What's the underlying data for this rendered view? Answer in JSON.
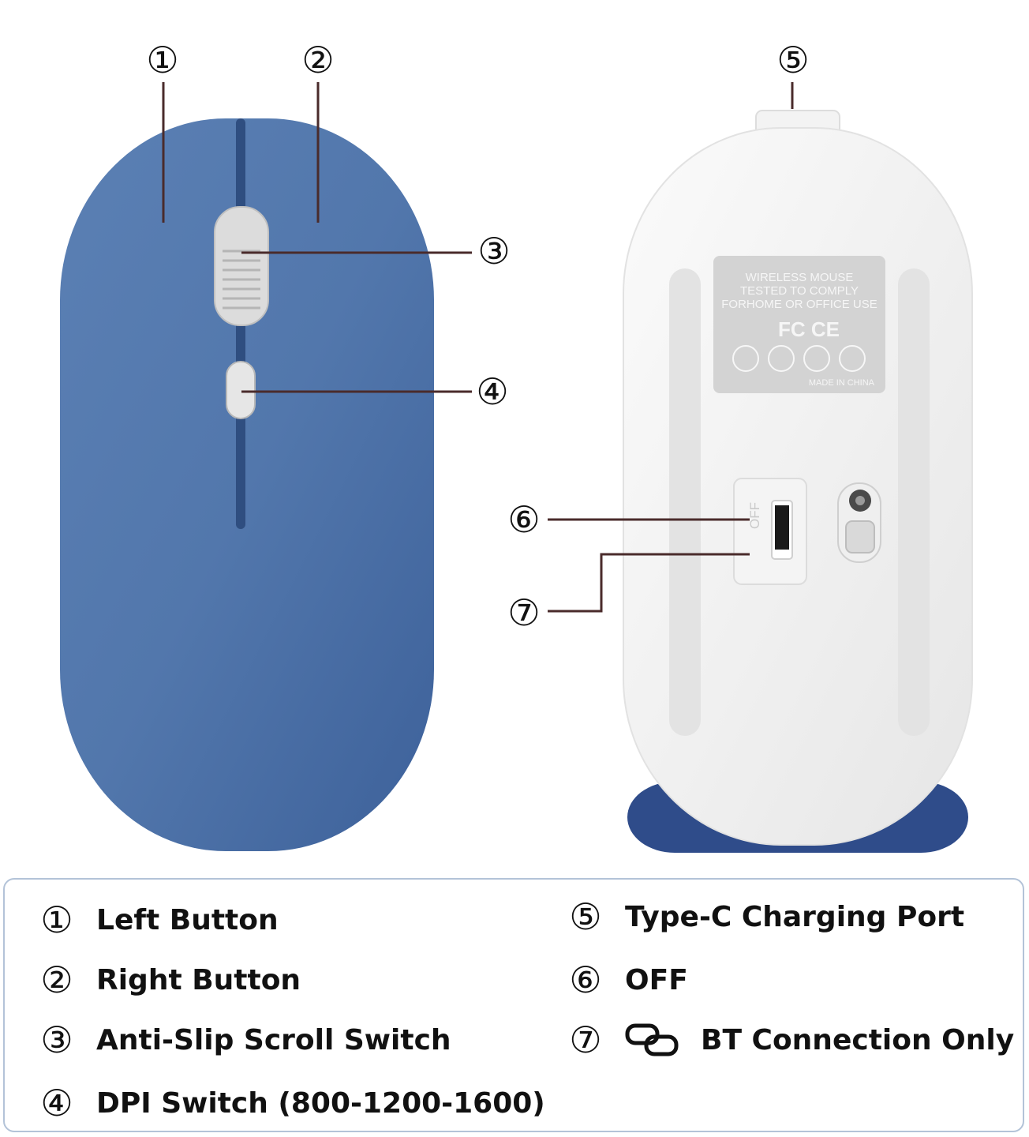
{
  "callouts": {
    "c1": "①",
    "c2": "②",
    "c3": "③",
    "c4": "④",
    "c5": "⑤",
    "c6": "⑥",
    "c7": "⑦"
  },
  "label_plate": {
    "line1": "WIRELESS MOUSE",
    "line2": "TESTED TO COMPLY",
    "line3": "FORHOME OR OFFICE USE",
    "marks": "FC CE",
    "made_in": "MADE IN CHINA"
  },
  "switch": {
    "off_label": "OFF"
  },
  "legend": {
    "items": [
      {
        "num": "①",
        "text": "Left Button"
      },
      {
        "num": "②",
        "text": "Right Button"
      },
      {
        "num": "③",
        "text": "Anti-Slip Scroll Switch"
      },
      {
        "num": "④",
        "text": "DPI Switch (800-1200-1600)"
      },
      {
        "num": "⑤",
        "text": "Type-C Charging Port"
      },
      {
        "num": "⑥",
        "text": "OFF"
      },
      {
        "num": "⑦",
        "text": "BT Connection Only",
        "icon": "bluetooth-link-icon"
      }
    ]
  },
  "colors": {
    "mouse_blue": "#4f74a8",
    "mouse_underside": "#f0f0f0",
    "legend_border": "#b3c3d8"
  }
}
